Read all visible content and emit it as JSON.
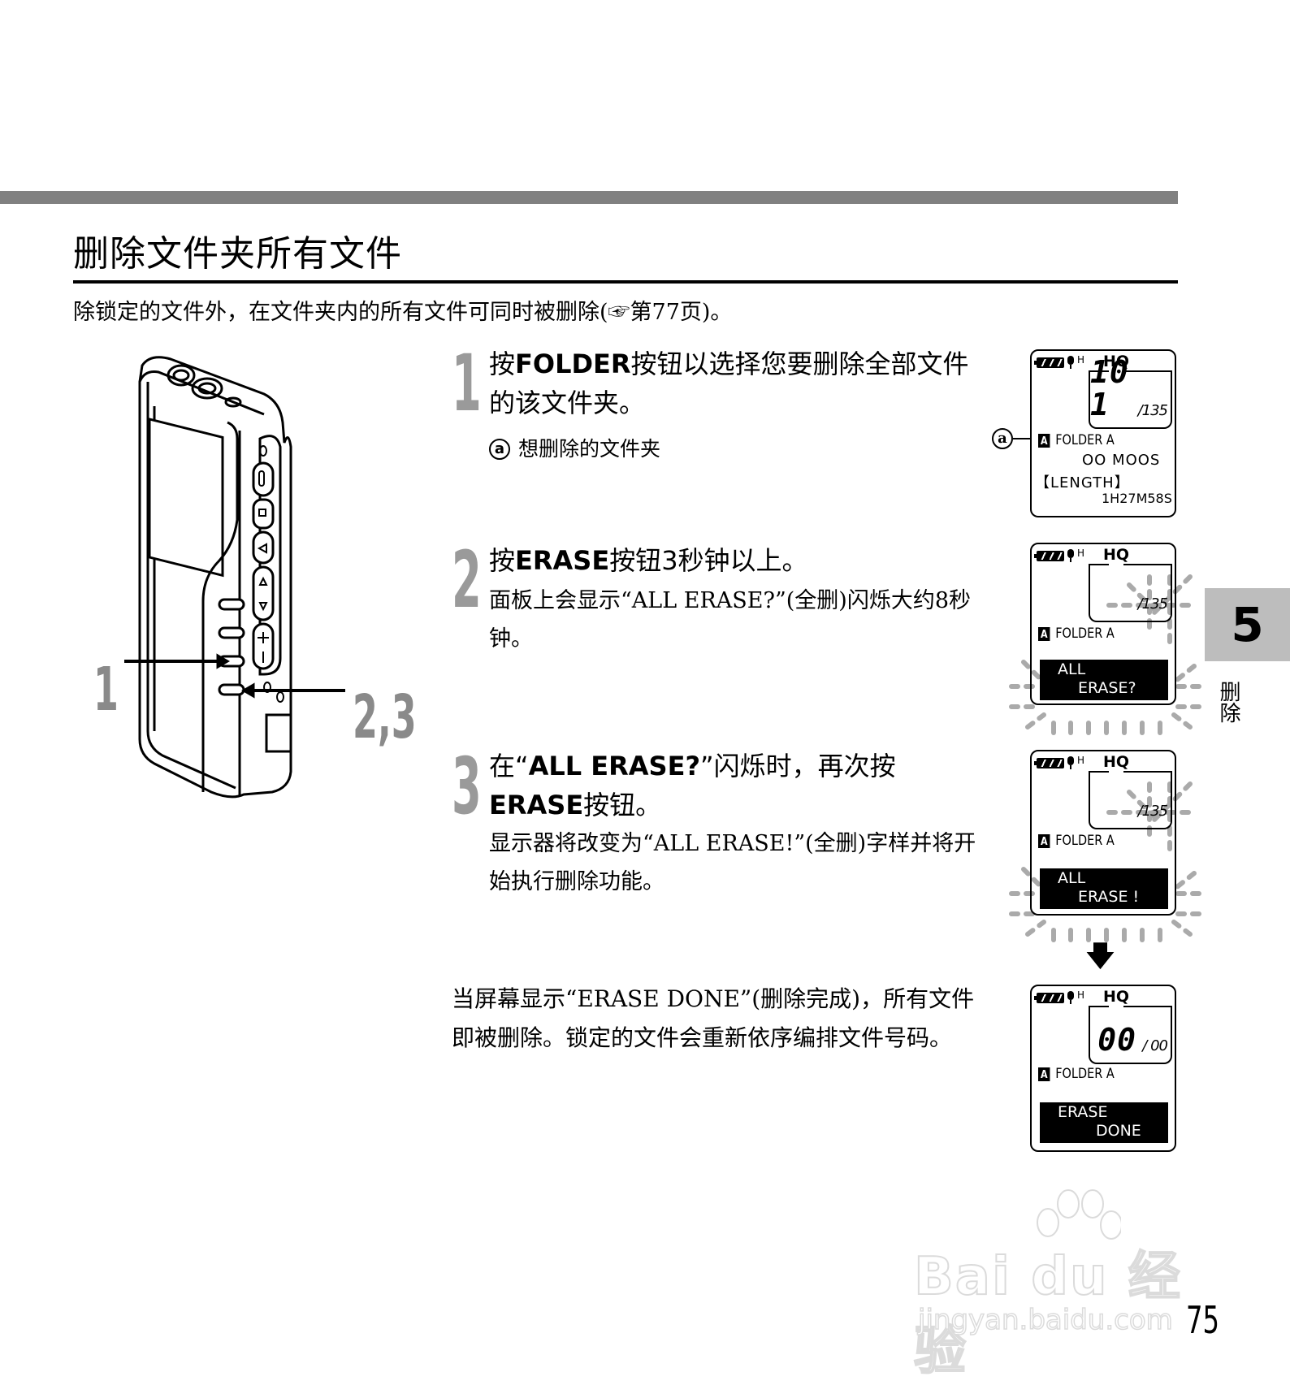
{
  "page": {
    "title": "删除文件夹所有文件",
    "intro": "除锁定的文件外，在文件夹内的所有文件可同时被删除(☞第77页)。",
    "page_number": "75",
    "chapter": {
      "number": "5",
      "label": "删除"
    }
  },
  "illustration": {
    "callout_1": "1",
    "callout_23": "2,3"
  },
  "steps": [
    {
      "number": "1",
      "head_pre": "按",
      "head_bold": "FOLDER",
      "head_post": "按钮以选择您要删除全部文件的该文件夹。",
      "note_marker": "a",
      "note": "想删除的文件夹"
    },
    {
      "number": "2",
      "head_pre": "按",
      "head_bold": "ERASE",
      "head_post": "按钮3秒钟以上。",
      "body": "面板上会显示“ALL ERASE?”(全删)闪烁大约8秒钟。"
    },
    {
      "number": "3",
      "head_pre": "在“",
      "head_bold": "ALL ERASE?",
      "head_mid": "”闪烁时，再次按",
      "head_bold2": "ERASE",
      "head_post": "按钮。",
      "body": "显示器将改变为“ALL ERASE!”(全删)字样并将开始执行删除功能。"
    }
  ],
  "final_note": "当屏幕显示“ERASE DONE”(删除完成)，所有文件即被删除。锁定的文件会重新依序编排文件号码。",
  "displays": [
    {
      "quality": "HQ",
      "mic_level": "H",
      "counter": "10 1",
      "total": "/135",
      "folder_letter": "A",
      "folder": "FOLDER A",
      "line1": "OO MOOS",
      "line2": "【LENGTH】",
      "line3": "1H27M58S",
      "annotation": "a"
    },
    {
      "quality": "HQ",
      "mic_level": "H",
      "total": "/135",
      "folder_letter": "A",
      "folder": "FOLDER A",
      "msg_line1": "ALL",
      "msg_line2": "ERASE?"
    },
    {
      "quality": "HQ",
      "mic_level": "H",
      "total": "/135",
      "folder_letter": "A",
      "folder": "FOLDER A",
      "msg_line1": "ALL",
      "msg_line2": "ERASE !"
    },
    {
      "quality": "HQ",
      "mic_level": "H",
      "counter": "00",
      "total": "/ 00",
      "folder_letter": "A",
      "folder": "FOLDER A",
      "msg_line1": "ERASE",
      "msg_line2": "DONE"
    }
  ],
  "arrow": "🡇",
  "watermark": {
    "brand": "Bai du 经验",
    "url": "jingyan.baidu.com"
  },
  "colors": {
    "rule_gray": "#808080",
    "step_number_gray": "#9a9a9a",
    "chapter_tab": "#bdbdbd"
  }
}
